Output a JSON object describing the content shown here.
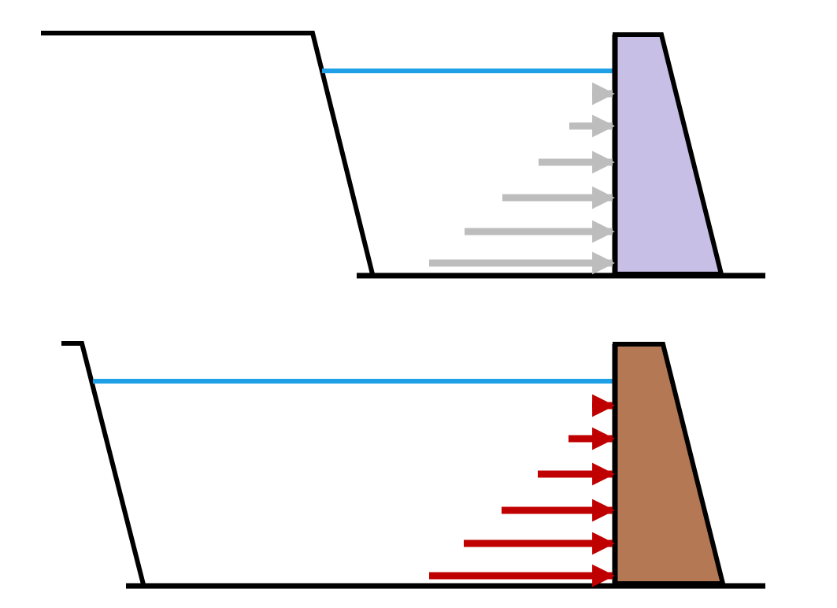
{
  "colors": {
    "outline": "#000000",
    "water_surface": "#1ea0e6",
    "top_dam_fill": "#c7bfe6",
    "top_arrow": "#bdbdbd",
    "bottom_dam_fill": "#b47855",
    "bottom_arrow": "#c00000"
  },
  "panels": [
    {
      "name": "top",
      "shapes": [
        "ground-outline",
        "water-surface-line",
        "dam-wall",
        "pressure-arrows"
      ],
      "arrow_count": 6
    },
    {
      "name": "bottom",
      "shapes": [
        "ground-outline",
        "water-surface-line",
        "dam-wall",
        "pressure-arrows"
      ],
      "arrow_count": 6
    }
  ]
}
